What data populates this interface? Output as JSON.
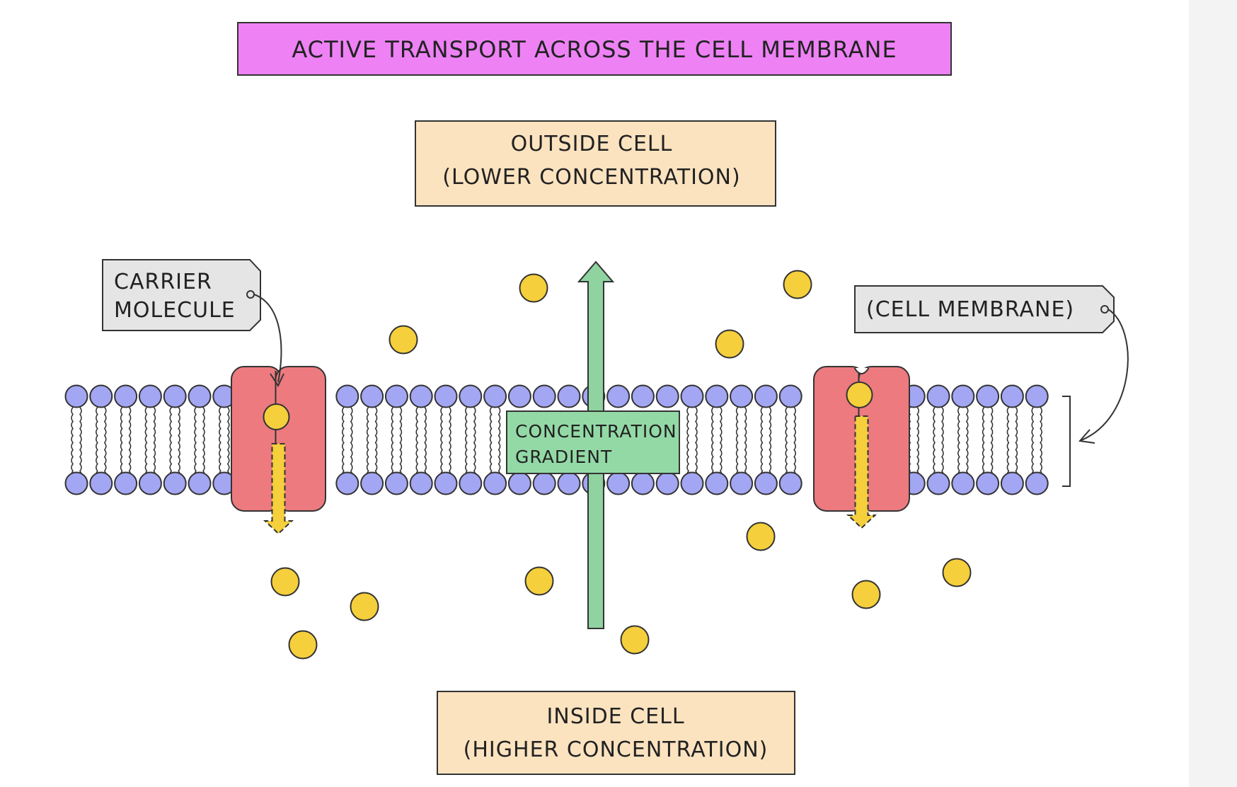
{
  "title": "ACTIVE TRANSPORT ACROSS THE CELL MEMBRANE",
  "outside": {
    "line1": "OUTSIDE CELL",
    "line2": "(LOWER CONCENTRATION)"
  },
  "inside": {
    "line1": "INSIDE CELL",
    "line2": "(HIGHER CONCENTRATION)"
  },
  "gradient": {
    "line1": "CONCENTRATION",
    "line2": "GRADIENT"
  },
  "carrier_label": {
    "line1": "CARRIER",
    "line2": "MOLECULE"
  },
  "membrane_label": "(CELL MEMBRANE)",
  "colors": {
    "title_bg": "#ee82f5",
    "info_box_bg": "#fce3c0",
    "gradient_box_bg": "#93d9a6",
    "gradient_arrow": "#8fd3a0",
    "phospholipid_head": "#a3a6f2",
    "carrier_protein": "#ec7a7f",
    "particle": "#f5cf3c",
    "tag_bg": "#e5e5e5"
  },
  "icons": {
    "particle": "yellow-circle",
    "carrier": "red-channel-protein",
    "gradient_arrow": "green-up-arrow",
    "transport_arrow": "yellow-down-arrow"
  }
}
